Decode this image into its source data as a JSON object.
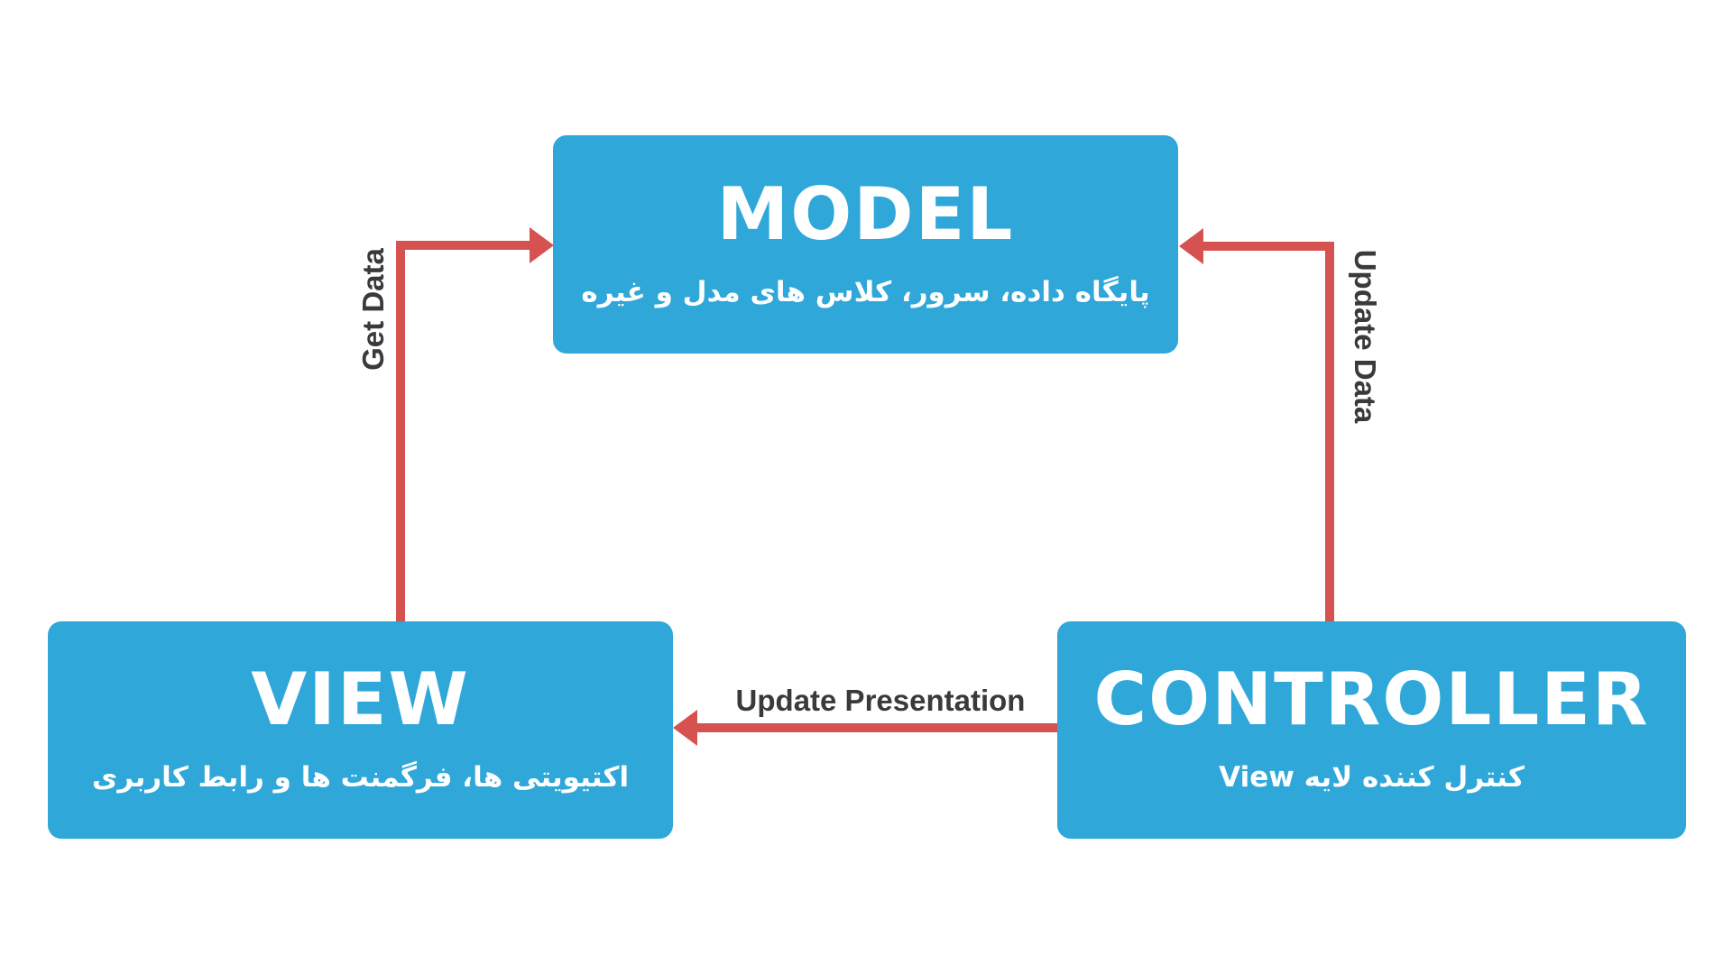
{
  "colors": {
    "background": "#ffffff",
    "box_blue": "#2fa7d9",
    "arrow_red": "#d65250",
    "label_dark": "#3a3a3a",
    "box_text": "#ffffff"
  },
  "nodes": {
    "model": {
      "title": "MODEL",
      "subtitle": "پایگاه داده، سرور، کلاس های مدل و غیره"
    },
    "view": {
      "title": "VIEW",
      "subtitle": "اکتیویتی ها، فرگمنت ها و رابط کاربری"
    },
    "controller": {
      "title": "CONTROLLER",
      "subtitle": "کنترل کننده لایه View"
    }
  },
  "edges": {
    "get_data": {
      "label": "Get Data",
      "from": "VIEW",
      "to": "MODEL"
    },
    "update_data": {
      "label": "Update Data",
      "from": "CONTROLLER",
      "to": "MODEL"
    },
    "update_presentation": {
      "label": "Update Presentation",
      "from": "CONTROLLER",
      "to": "VIEW"
    }
  }
}
